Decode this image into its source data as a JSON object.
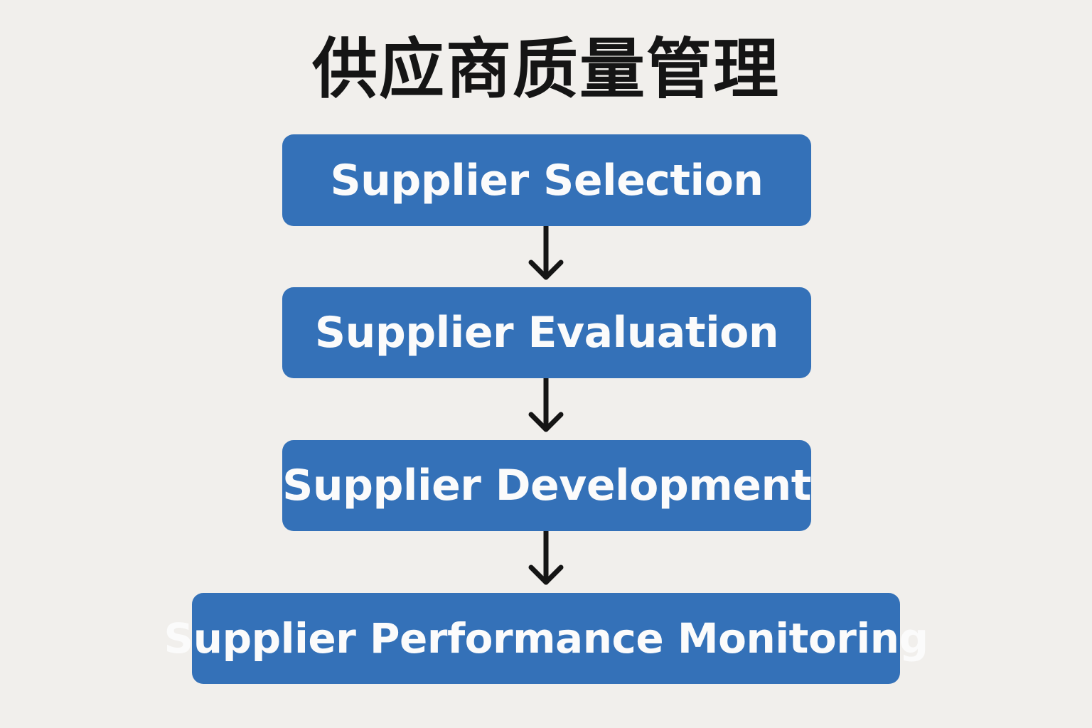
{
  "diagram": {
    "title": "供应商质量管理",
    "steps": [
      {
        "label": "Supplier Selection"
      },
      {
        "label": "Supplier Evaluation"
      },
      {
        "label": "Supplier Development"
      },
      {
        "label": "Supplier Performance Monitoring"
      }
    ],
    "connectors": [
      {
        "from": 0,
        "to": 1,
        "icon": "arrow-down-icon"
      },
      {
        "from": 1,
        "to": 2,
        "icon": "arrow-down-icon"
      },
      {
        "from": 2,
        "to": 3,
        "icon": "arrow-down-icon"
      }
    ],
    "colors": {
      "background": "#f1efec",
      "box": "#3471b8",
      "box_text": "#fbfbfb",
      "title": "#151515",
      "arrow": "#151515"
    }
  }
}
